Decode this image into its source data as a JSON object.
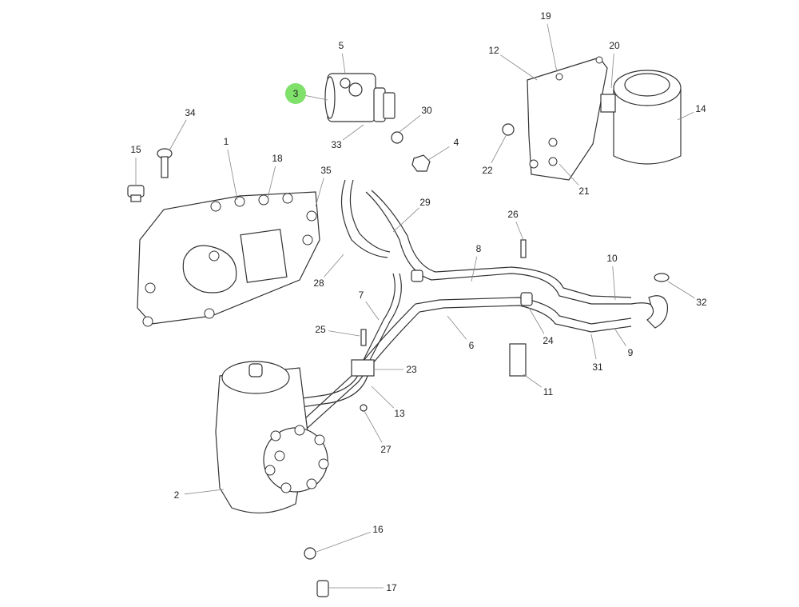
{
  "diagram": {
    "highlight_color": "#7fe06a",
    "highlighted_callout": "3",
    "callouts": [
      "3",
      "5",
      "30",
      "4",
      "33",
      "34",
      "15",
      "1",
      "18",
      "35",
      "12",
      "19",
      "20",
      "14",
      "22",
      "21",
      "29",
      "26",
      "8",
      "10",
      "32",
      "28",
      "7",
      "25",
      "6",
      "24",
      "9",
      "31",
      "23",
      "11",
      "13",
      "27",
      "2",
      "16",
      "17"
    ]
  }
}
